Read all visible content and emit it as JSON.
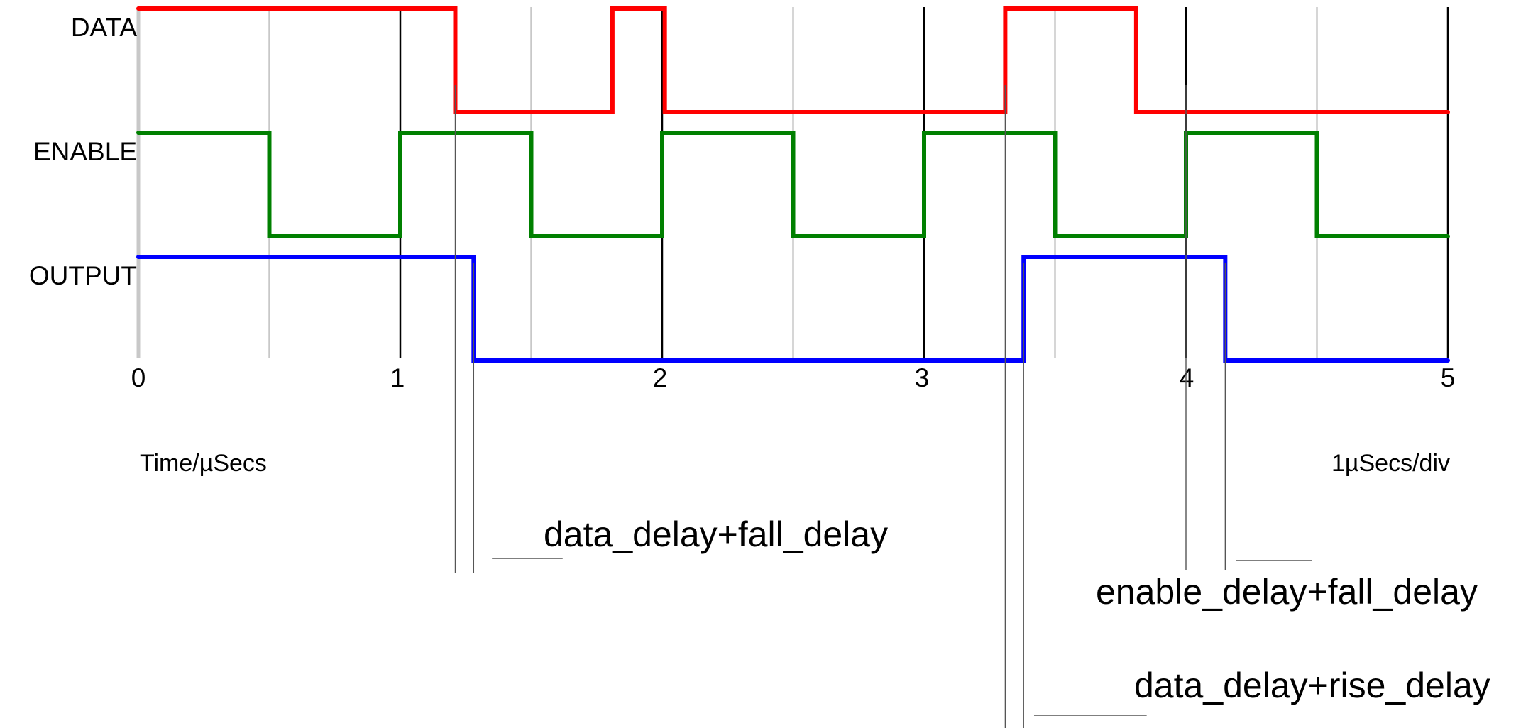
{
  "signals": [
    {
      "name": "DATA",
      "color": "#ff0000",
      "initial": 1,
      "transitions": [
        1.21,
        1.81,
        2.01,
        3.31,
        3.81
      ]
    },
    {
      "name": "ENABLE",
      "color": "#008000",
      "initial": 1,
      "transitions": [
        0.5,
        1.0,
        1.5,
        2.0,
        2.5,
        3.0,
        3.5,
        4.0,
        4.5
      ]
    },
    {
      "name": "OUTPUT",
      "color": "#0000ff",
      "initial": 1,
      "transitions": [
        1.28,
        3.38,
        4.15
      ]
    }
  ],
  "time_axis": {
    "min": 0,
    "max": 5,
    "minor_step": 0.5,
    "tick_labels": [
      "0",
      "1",
      "2",
      "3",
      "4",
      "5"
    ],
    "unit_label": "Time/µSecs",
    "scale_label": "1µSecs/div"
  },
  "annotations": [
    {
      "label": "data_delay+fall_delay",
      "from": 1.21,
      "to": 1.28
    },
    {
      "label": "enable_delay+fall_delay",
      "from": 4.0,
      "to": 4.15
    },
    {
      "label": "data_delay+rise_delay",
      "from": 3.31,
      "to": 3.38
    }
  ]
}
